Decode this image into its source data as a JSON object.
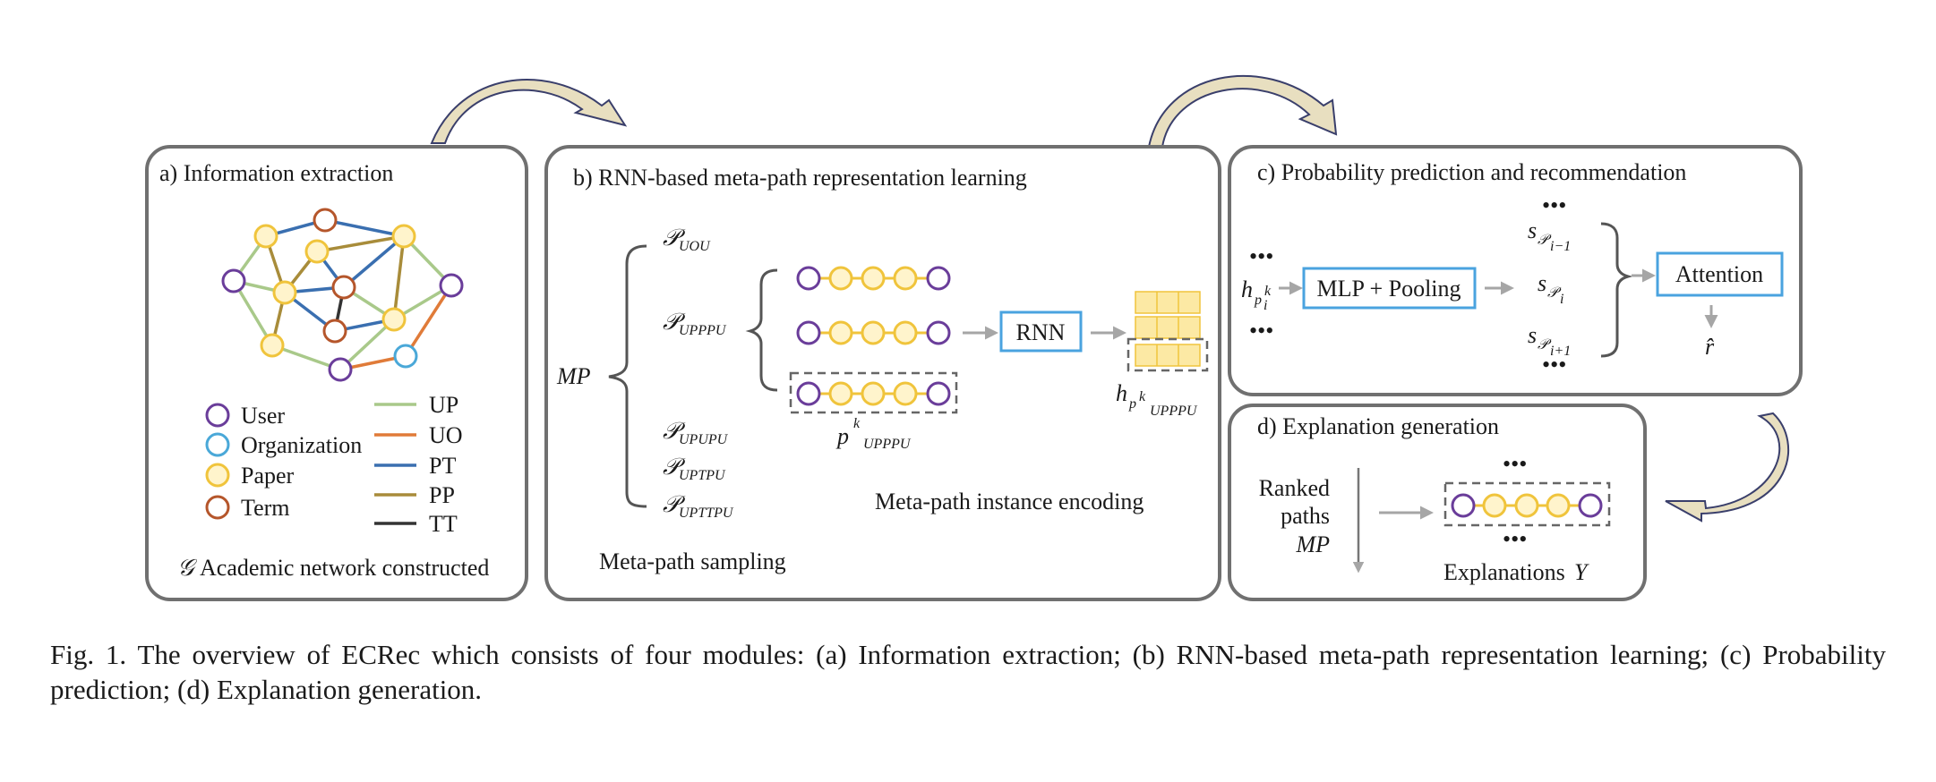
{
  "panel_a": {
    "title": "a) Information extraction",
    "legend_nodes": [
      "User",
      "Organization",
      "Paper",
      "Term"
    ],
    "legend_edges": [
      "UP",
      "UO",
      "PT",
      "PP",
      "TT"
    ],
    "graph_symbol": "𝒢",
    "graph_caption": "Academic network constructed"
  },
  "panel_b": {
    "title": "b) RNN-based meta-path representation learning",
    "mp_label": "MP",
    "paths": [
      "UOU",
      "UPPPU",
      "UPUPU",
      "UPTPU",
      "UPTTPU"
    ],
    "rnn_label": "RNN",
    "instance_label_main": "p",
    "instance_label_sup": "k",
    "instance_label_sub": "UPPPU",
    "h_main": "h",
    "h_sub_p": "p",
    "h_sub_k": "k",
    "h_sub_path": "UPPPU",
    "sampling_label": "Meta-path sampling",
    "encoding_label": "Meta-path instance encoding"
  },
  "panel_c": {
    "title": "c) Probability prediction and recommendation",
    "h_main": "h",
    "h_sub_p": "p",
    "h_sub_i": "i",
    "h_sub_k": "k",
    "mlp_label": "MLP + Pooling",
    "s_main": "s",
    "s_sub_p": "𝒫",
    "s_idx_prev": "i−1",
    "s_idx": "i",
    "s_idx_next": "i+1",
    "attention_label": "Attention",
    "output_label": "r̂",
    "ellipsis": "•••"
  },
  "panel_d": {
    "title": "d) Explanation generation",
    "ranked_line1": "Ranked",
    "ranked_line2": "paths",
    "ranked_line3": "MP",
    "explanations_label": "Explanations",
    "explanations_var": "Y",
    "ellipsis": "•••"
  },
  "caption": "Fig. 1.  The overview of ECRec which consists of four modules: (a) Information extraction; (b) RNN-based meta-path representation learning; (c) Probability prediction; (d) Explanation generation.",
  "colors": {
    "user": "#6a3d9a",
    "organization": "#4aa8d8",
    "paper": "#f0c43c",
    "paper_fill": "#fff4cc",
    "term": "#b5562b",
    "edge_up": "#a9c98a",
    "edge_uo": "#e07b39",
    "edge_pt": "#3a6fb0",
    "edge_pp": "#a88c3a",
    "edge_tt": "#333333",
    "box_blue": "#4aa3df",
    "panel_border": "#707070",
    "arrow_fill": "#e8dfc0",
    "arrow_stroke": "#3a3f6b"
  }
}
